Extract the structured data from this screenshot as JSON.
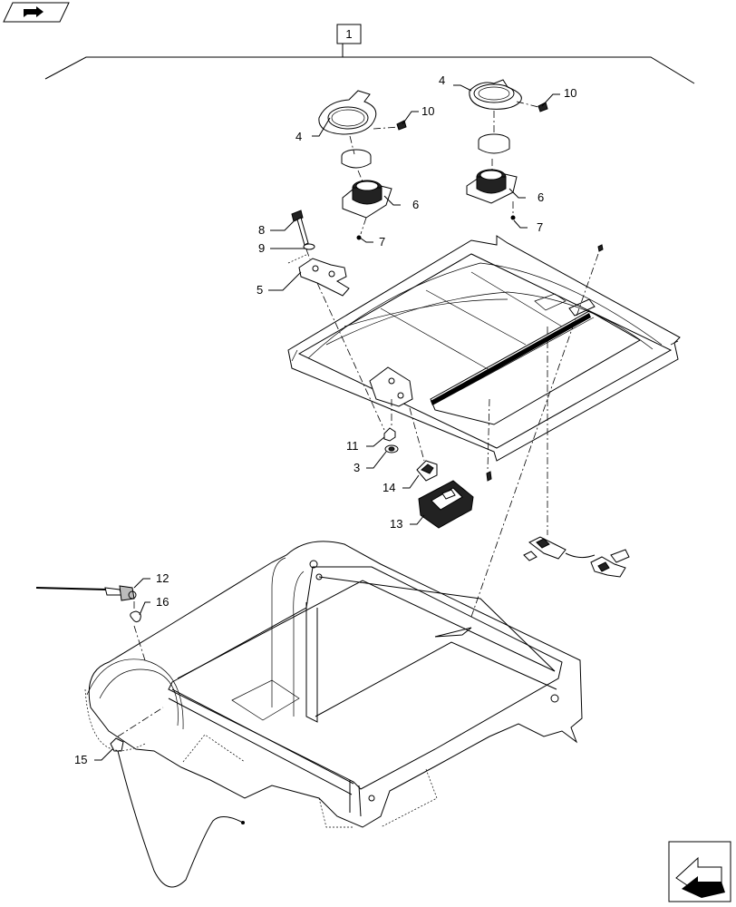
{
  "assembly_label": "1",
  "callouts": {
    "c3": "3",
    "c4a": "4",
    "c4b": "4",
    "c5": "5",
    "c6a": "6",
    "c6b": "6",
    "c7a": "7",
    "c7b": "7",
    "c8": "8",
    "c9": "9",
    "c10a": "10",
    "c10b": "10",
    "c11": "11",
    "c12": "12",
    "c13": "13",
    "c14": "14",
    "c15": "15",
    "c16": "16"
  },
  "icons": {
    "top_left": "book-arrow-icon",
    "bottom_right": "next-page-arrow-icon"
  }
}
